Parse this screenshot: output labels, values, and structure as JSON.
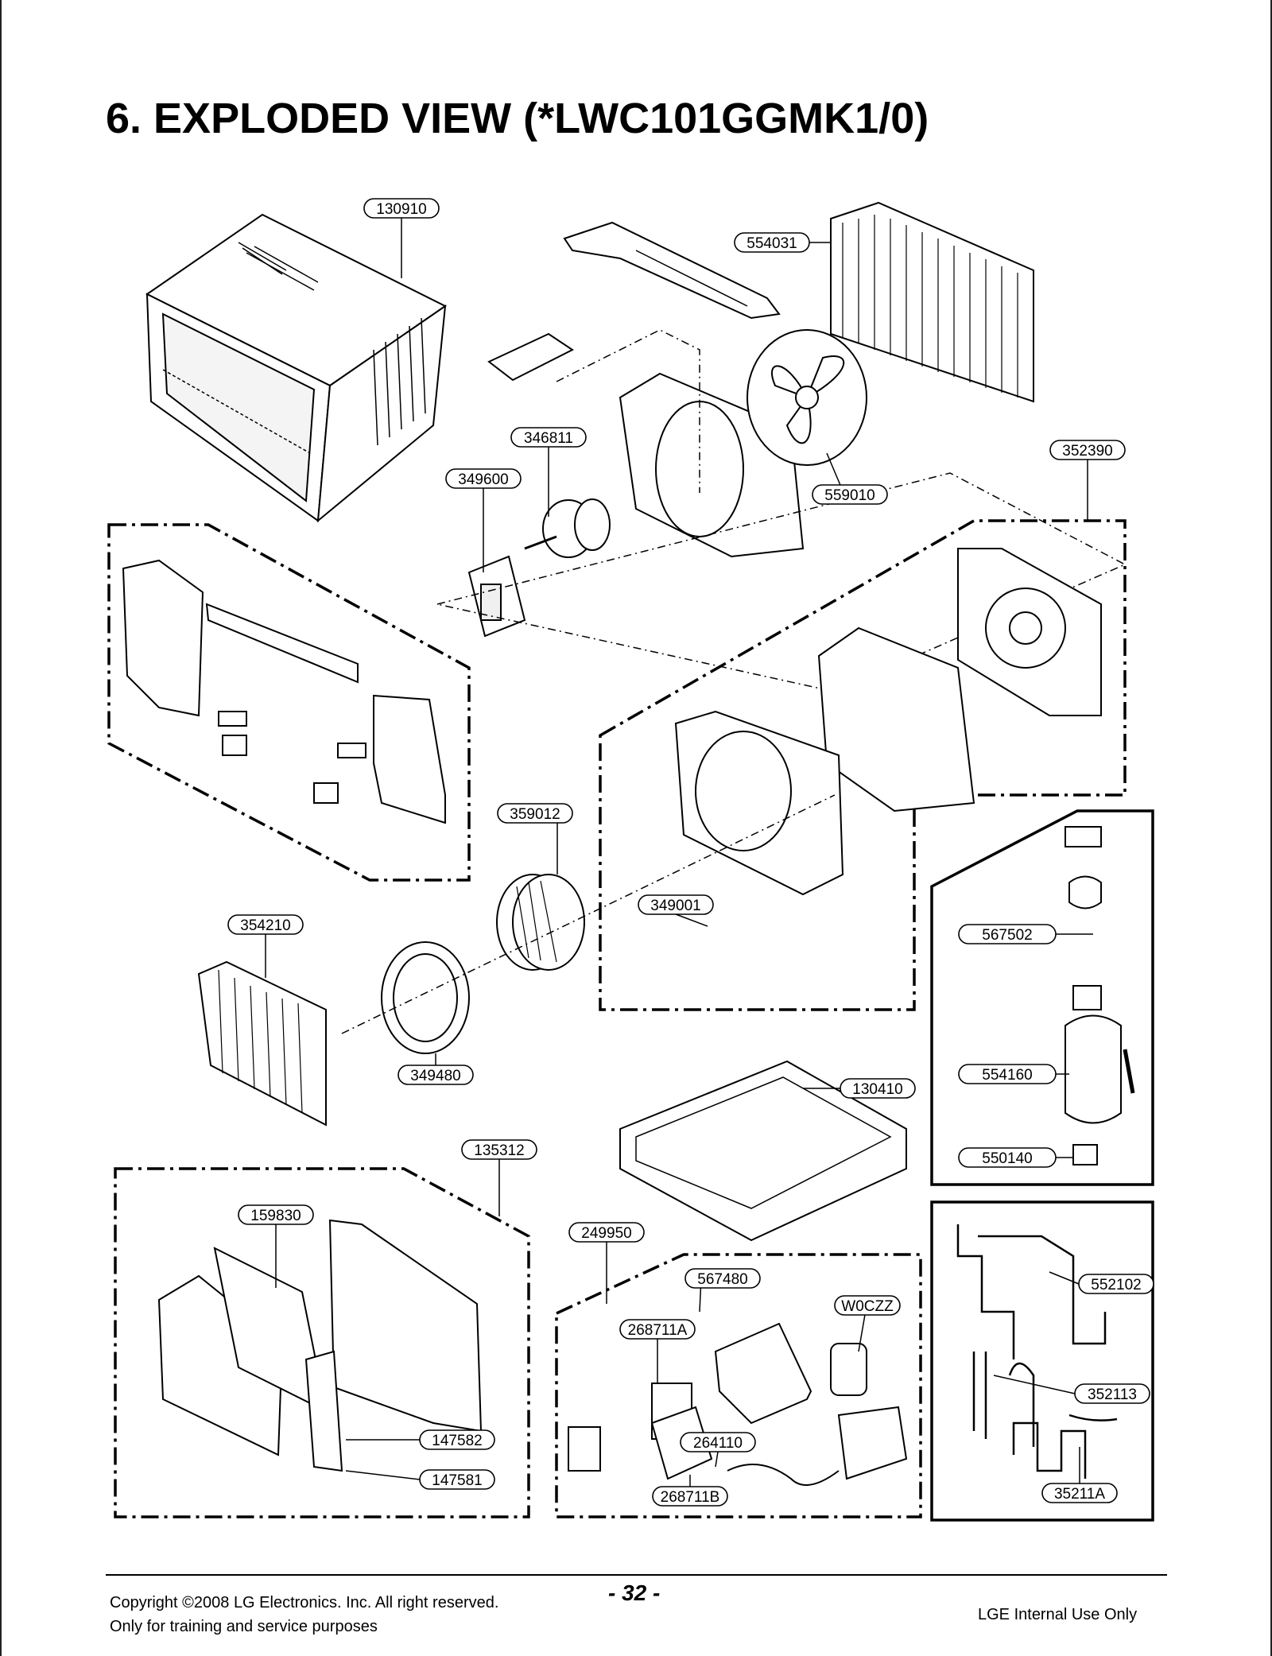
{
  "page": {
    "title": "6. EXPLODED VIEW (*LWC101GGMK1/0)",
    "copyright": "Copyright ©2008 LG Electronics. Inc. All right reserved.",
    "training_note": "Only for training and service purposes",
    "page_number": "- 32 -",
    "internal_note": "LGE Internal Use Only"
  },
  "parts": {
    "p130910": "130910",
    "p554031": "554031",
    "p346811": "346811",
    "p349600": "349600",
    "p559010": "559010",
    "p352390": "352390",
    "p359012": "359012",
    "p349001": "349001",
    "p354210": "354210",
    "p349480": "349480",
    "p567502": "567502",
    "p554160": "554160",
    "p130410": "130410",
    "p550140": "550140",
    "p135312": "135312",
    "p159830": "159830",
    "p249950": "249950",
    "p567480": "567480",
    "pW0CZZ": "W0CZZ",
    "p268711A": "268711A",
    "p264110": "264110",
    "p268711B": "268711B",
    "p147582": "147582",
    "p147581": "147581",
    "p552102": "552102",
    "p352113": "352113",
    "p35211A": "35211A"
  }
}
